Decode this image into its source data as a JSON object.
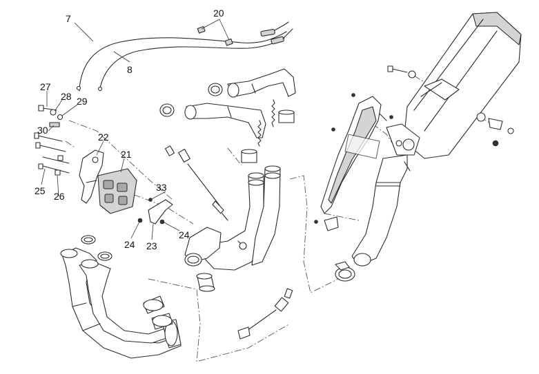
{
  "diagram": {
    "callouts": [
      {
        "id": "c7",
        "text": "7"
      },
      {
        "id": "c8",
        "text": "8"
      },
      {
        "id": "c20",
        "text": "20"
      },
      {
        "id": "c27",
        "text": "27"
      },
      {
        "id": "c28",
        "text": "28"
      },
      {
        "id": "c29",
        "text": "29"
      },
      {
        "id": "c30",
        "text": "30"
      },
      {
        "id": "c22",
        "text": "22"
      },
      {
        "id": "c21",
        "text": "21"
      },
      {
        "id": "c33",
        "text": "33"
      },
      {
        "id": "c25",
        "text": "25"
      },
      {
        "id": "c26",
        "text": "26"
      },
      {
        "id": "c24a",
        "text": "24"
      },
      {
        "id": "c23",
        "text": "23"
      },
      {
        "id": "c24b",
        "text": "24"
      }
    ]
  }
}
